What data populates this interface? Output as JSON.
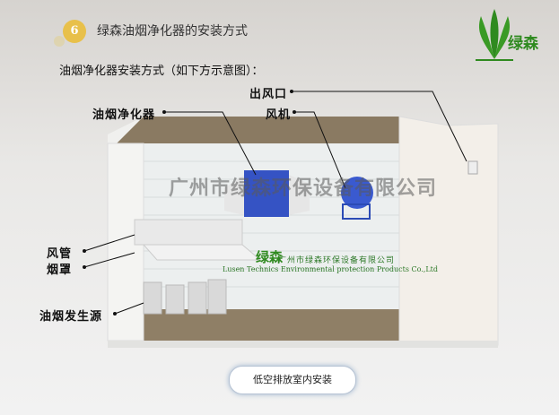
{
  "header": {
    "badge": "6",
    "title": "绿森油烟净化器的安装方式",
    "logo_text": "绿森"
  },
  "subtitle": "油烟净化器安装方式（如下方示意图）：",
  "labels": {
    "outlet": "出风口",
    "purifier": "油烟净化器",
    "fan": "风机",
    "duct": "风管",
    "hood": "烟罩",
    "source": "油烟发生源"
  },
  "watermark": "广州市绿森环保设备有限公司",
  "company": {
    "logo": "绿森",
    "name_cn": "广州市绿森环保设备有限公司",
    "name_en": "Lusen Technics Environmental protection Products Co.,Ltd"
  },
  "caption": "低空排放室内安装",
  "colors": {
    "accent": "#e8c04a",
    "brand": "#2f8a1f",
    "equipment": "#3553c4"
  }
}
